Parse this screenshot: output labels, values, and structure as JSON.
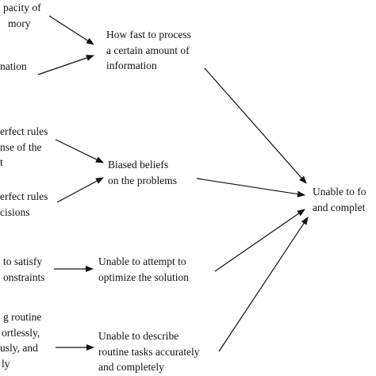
{
  "diagram": {
    "left_nodes": {
      "memory": {
        "lines": [
          "pacity of",
          "mory",
          "nation"
        ]
      },
      "rules_sense": {
        "lines": [
          "erfect rules",
          "nse of the",
          "t"
        ]
      },
      "rules_decisions": {
        "lines": [
          "erfect rules",
          "cisions"
        ]
      },
      "satisfy": {
        "lines": [
          "to satisfy",
          "onstraints"
        ]
      },
      "routine": {
        "lines": [
          "g routine",
          "ortlessly,",
          "usly, and",
          "ly"
        ]
      }
    },
    "middle_nodes": {
      "process": {
        "lines": [
          "How fast to process",
          "a certain amount of",
          "information"
        ]
      },
      "beliefs": {
        "lines": [
          "Biased beliefs",
          "on the problems"
        ]
      },
      "optimize": {
        "lines": [
          "Unable to attempt to",
          "optimize the solution"
        ]
      },
      "describe": {
        "lines": [
          "Unable to describe",
          "routine tasks accurately",
          "and completely"
        ]
      }
    },
    "right_node": {
      "lines": [
        "Unable to fo",
        "and complet"
      ]
    },
    "colors": {
      "ink": "#111111",
      "background": "#ffffff"
    }
  }
}
